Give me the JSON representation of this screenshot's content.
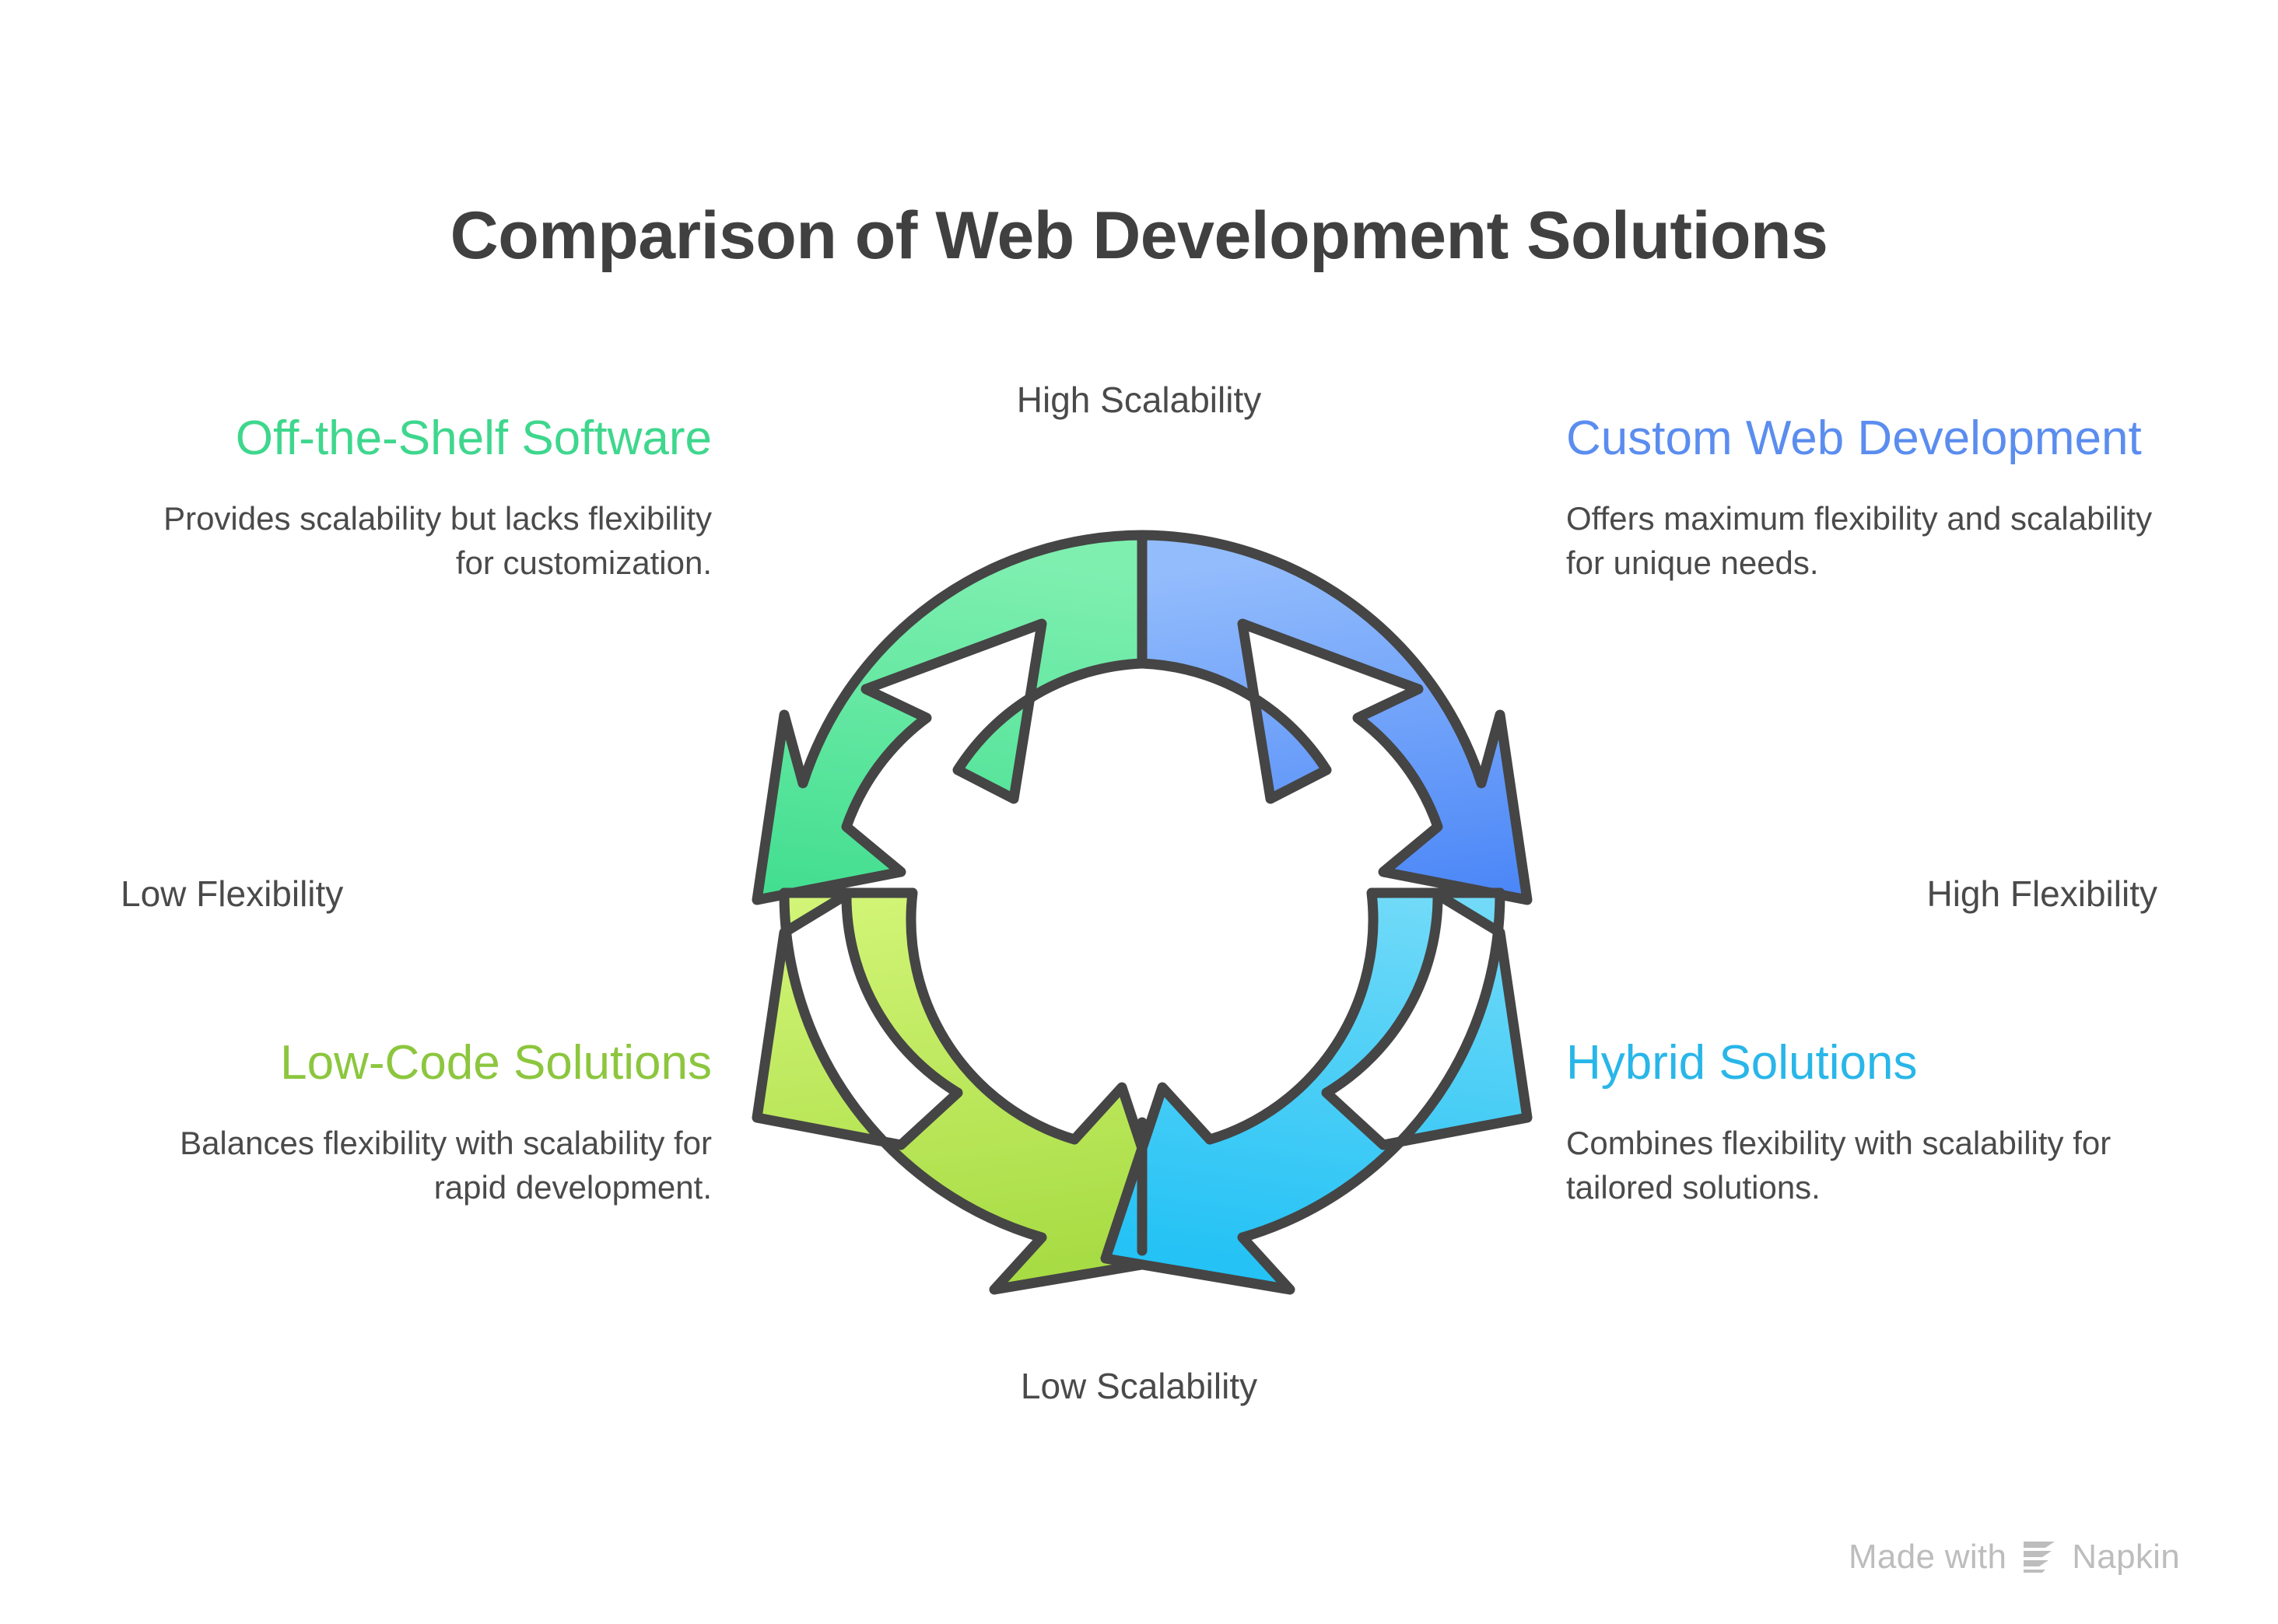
{
  "title": "Comparison of Web Development Solutions",
  "axes": {
    "top": "High Scalability",
    "bottom": "Low Scalability",
    "left": "Low Flexibility",
    "right": "High Flexibility"
  },
  "quadrants": [
    {
      "id": "off-the-shelf",
      "title": "Off-the-Shelf Software",
      "description": "Provides scalability but lacks flexibility for customization.",
      "color": "#3ED78D",
      "position": "top-left"
    },
    {
      "id": "custom-web",
      "title": "Custom Web Development",
      "description": "Offers maximum flexibility and scalability for unique needs.",
      "color": "#5B8DEF",
      "position": "top-right"
    },
    {
      "id": "low-code",
      "title": "Low-Code Solutions",
      "description": "Balances flexibility with scalability for rapid development.",
      "color": "#8CC63E",
      "position": "bottom-left"
    },
    {
      "id": "hybrid",
      "title": "Hybrid Solutions",
      "description": "Combines flexibility with scalability for tailored solutions.",
      "color": "#29B6E8",
      "position": "bottom-right"
    }
  ],
  "chart_data": {
    "type": "diagram",
    "diagram_kind": "circular-arrow-quadrants",
    "title": "Comparison of Web Development Solutions",
    "x_axis": {
      "low": "Low Flexibility",
      "high": "High Flexibility"
    },
    "y_axis": {
      "low": "Low Scalability",
      "high": "High Scalability"
    },
    "segments": [
      {
        "label": "Off-the-Shelf Software",
        "quadrant": "top-left",
        "flexibility": "low",
        "scalability": "high",
        "gradient_from": "#7FEFB0",
        "gradient_to": "#42DE90"
      },
      {
        "label": "Custom Web Development",
        "quadrant": "top-right",
        "flexibility": "high",
        "scalability": "high",
        "gradient_from": "#8DB8FB",
        "gradient_to": "#4A86F7"
      },
      {
        "label": "Low-Code Solutions",
        "quadrant": "bottom-left",
        "flexibility": "low",
        "scalability": "low",
        "gradient_from": "#D0F472",
        "gradient_to": "#A8DC44"
      },
      {
        "label": "Hybrid Solutions",
        "quadrant": "bottom-right",
        "flexibility": "high",
        "scalability": "low",
        "gradient_from": "#6FD9F7",
        "gradient_to": "#24C2F5"
      }
    ],
    "stroke_color": "#454545"
  },
  "watermark": {
    "text_before": "Made with",
    "text_after": "Napkin",
    "icon": "napkin-logo-icon"
  }
}
